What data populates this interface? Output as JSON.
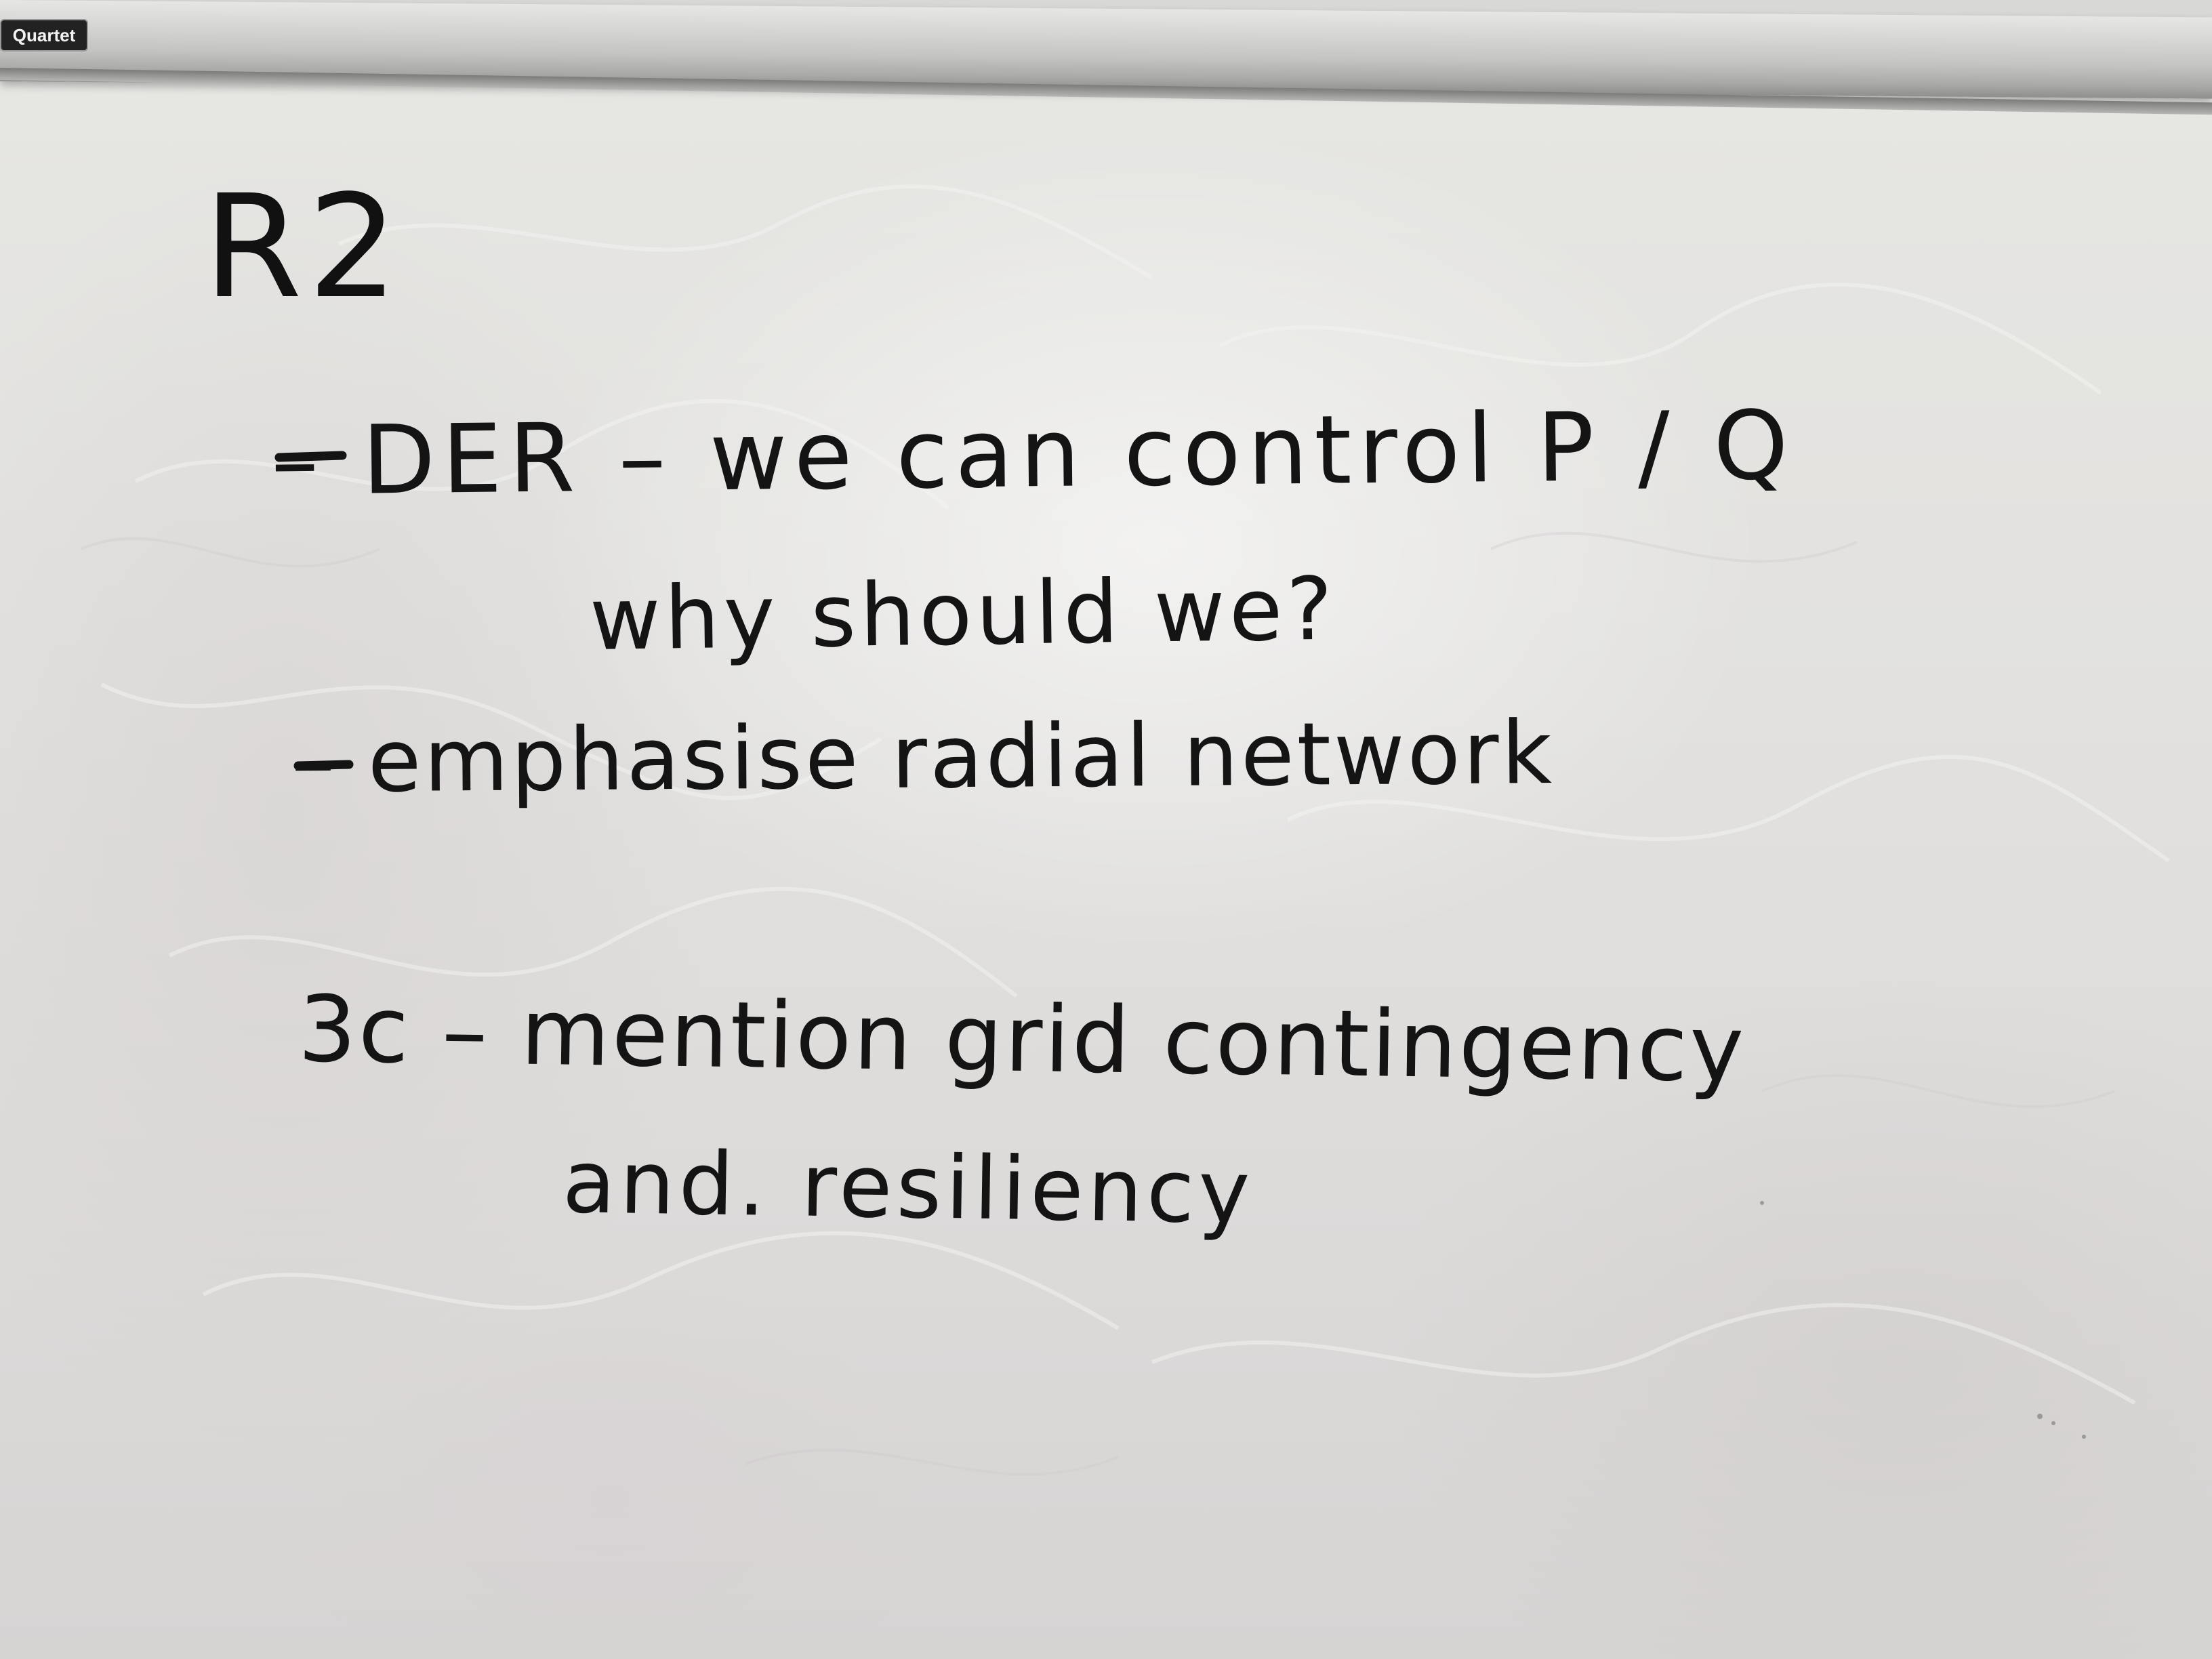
{
  "brand": "Quartet",
  "whiteboard": {
    "heading": "R2",
    "lines": [
      "– DER – we can control P / Q",
      "why should we?",
      "– emphasise radial network",
      "3c – mention grid contingency",
      "and. resiliency"
    ]
  },
  "colors": {
    "ink": "#141414",
    "board": "#e2e1df",
    "frame": "#c4c4c2"
  }
}
